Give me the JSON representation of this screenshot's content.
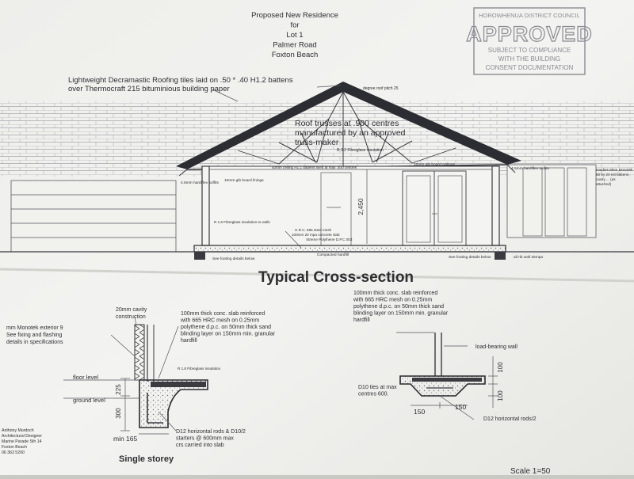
{
  "title_block": [
    "Proposed New Residence",
    "for",
    "Lot 1",
    "Palmer Road",
    "Foxton Beach"
  ],
  "stamp": {
    "lines": [
      "HOROWHENUA DISTRICT COUNCIL",
      "APPROVED",
      "SUBJECT TO COMPLIANCE",
      "WITH THE BUILDING",
      "CONSENT DOCUMENTATION"
    ],
    "color": "#8a8a92"
  },
  "roof_note": [
    "Lightweight Decramastic Roofing tiles laid on .50 * .40 H1.2 battens",
    "over Thermocraft 215 bituminious building paper"
  ],
  "roof_pitch": "degree roof pitch 25",
  "truss_note": [
    "Roof trusses at .900 centres",
    "manufactured by an approved",
    "truss-maker"
  ],
  "cross_section": {
    "heading": "Typical Cross-section",
    "labels": {
      "insulation_r32": "R 3.2 Fibreglass insulation",
      "ceiling_battens": "40mm ceiling H1.1 battens fixed at max .400 centres",
      "gib_left": "10mm gib board linings",
      "gib_right": "10mm gib board ceilings",
      "soffit_left": "4.5mm hardiflex soffits",
      "soffit_right": "4.5mm hardiflex soffits",
      "hardies": [
        "Hardies 9mm Monotek",
        "50 by 20 H3 battens",
        "cavity ... (as",
        "attached)"
      ],
      "height": "2,450",
      "wall_insulation": "R 1.8 Fibreglass insulation to walls",
      "mesh": "H.R.C. 665 steel mesh",
      "slab": "100mm 20 mpa concrete slab",
      "dpc": "Xtreme Polythene D.P.C 003",
      "hardfill": "Compacted hardfill",
      "footing_left": "See footing details below",
      "footing_right": "See footing details below",
      "all_rib": "all rib wall 25mpa"
    }
  },
  "left_detail": {
    "monotek": [
      "mm Monotek exterior 9",
      "See fixing and flashing",
      "details in specifications"
    ],
    "cavity": [
      "20mm cavity",
      "construction"
    ],
    "slab_spec": [
      "100mm thick conc. slab reinforced",
      "with 665 HRC mesh on 0.25mm",
      "polythene d.p.c. on 50mm thick sand",
      "blinding layer on 150mm min. granular",
      "hardfill"
    ],
    "insulation": "R 1.8 Fibreglass insulation",
    "floor_level": "floor level",
    "ground_level": "ground level",
    "dim_225": "225",
    "dim_300": "300",
    "dim_165": "min 165",
    "rods": [
      "D12 horizontal rods & D10/2",
      "starters @ 600mm max",
      "crs carried into slab"
    ],
    "caption": "Single storey"
  },
  "right_detail": {
    "slab_spec": [
      "100mm thick conc. slab reinforced",
      "with 665 HRC mesh on 0.25mm",
      "polythene d.p.c. on 50mm thick sand",
      "blinding layer on 150mm min. granular",
      "hardfill"
    ],
    "load_wall": "load-bearing wall",
    "ties": [
      "D10 ties at max",
      "centres 600."
    ],
    "dim_100_top": "100",
    "dim_100_bottom": "100",
    "dim_150_left": "150",
    "dim_150_right": "150",
    "rods": "D12 horizontal rods/2"
  },
  "designer": [
    "Anthony Murdoch",
    "Architectural Designer",
    "Marine Parade Sth 14",
    "Foxton Beach",
    "06 363 5200"
  ],
  "scale": "Scale 1=50"
}
